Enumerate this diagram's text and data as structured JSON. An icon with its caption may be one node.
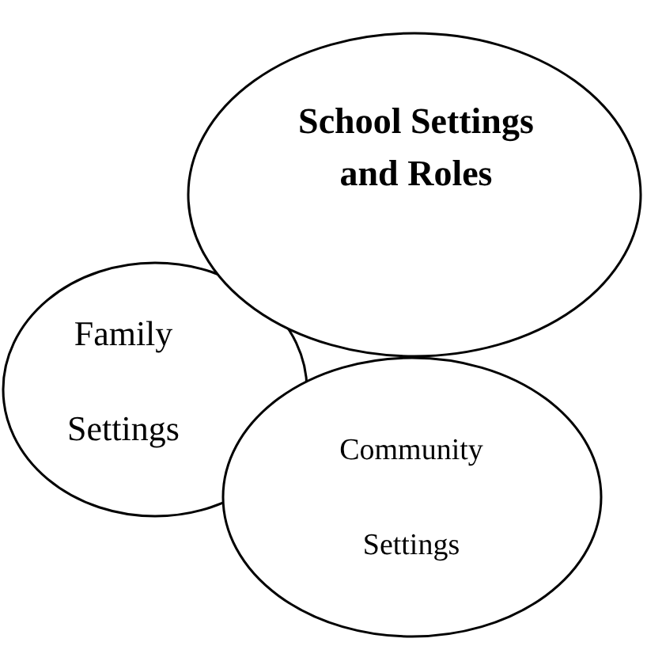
{
  "diagram": {
    "nodes": [
      {
        "text": [
          "School Settings and Roles"
        ]
      },
      {
        "text": [
          "Family Settings"
        ]
      },
      {
        "text": [
          "Community Settings"
        ]
      }
    ]
  }
}
